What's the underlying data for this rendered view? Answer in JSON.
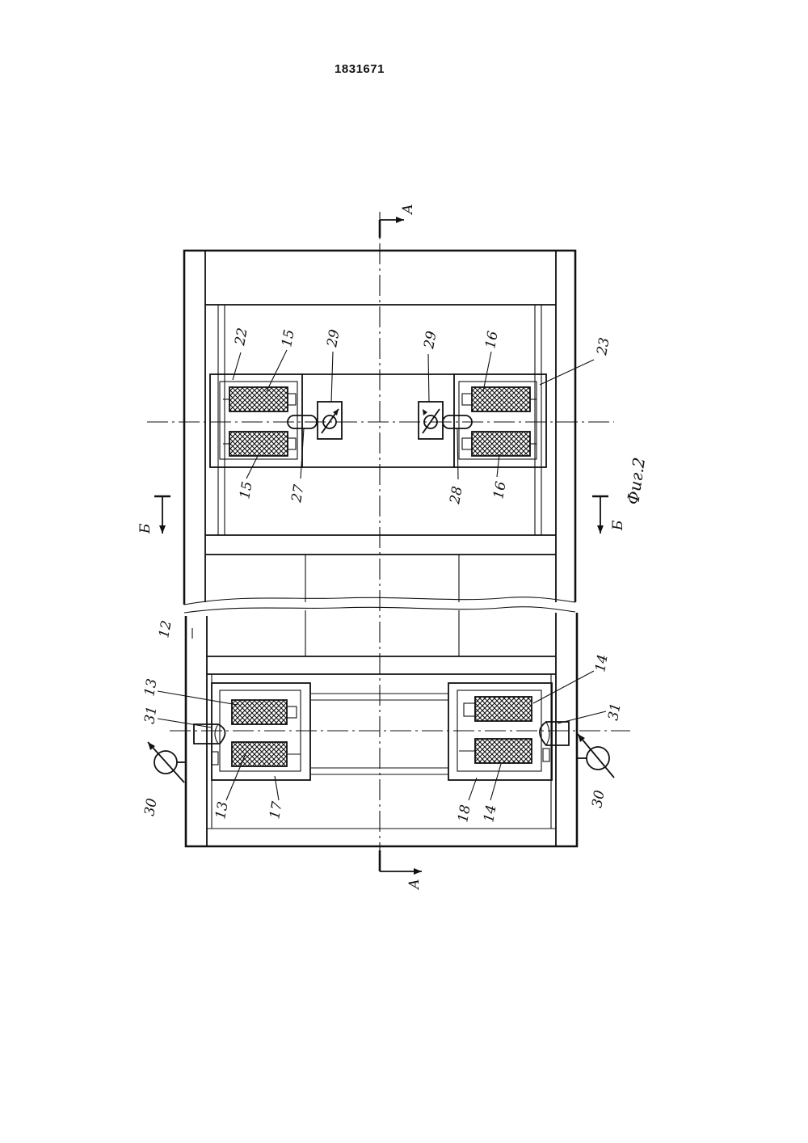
{
  "document": {
    "patent_number": "1831671",
    "figure_caption": "Фиг.2"
  },
  "section_marks": {
    "a_top": "А",
    "a_bottom": "А",
    "b_left": "Б",
    "b_right": "Б"
  },
  "labels": {
    "l12": "12",
    "l13a": "13",
    "l13b": "13",
    "l14a": "14",
    "l14b": "14",
    "l15a": "15",
    "l15b": "15",
    "l16a": "16",
    "l16b": "16",
    "l17": "17",
    "l18": "18",
    "l22": "22",
    "l23": "23",
    "l27": "27",
    "l28": "28",
    "l29a": "29",
    "l29b": "29",
    "l30a": "30",
    "l30b": "30",
    "l31a": "31",
    "l31b": "31"
  }
}
